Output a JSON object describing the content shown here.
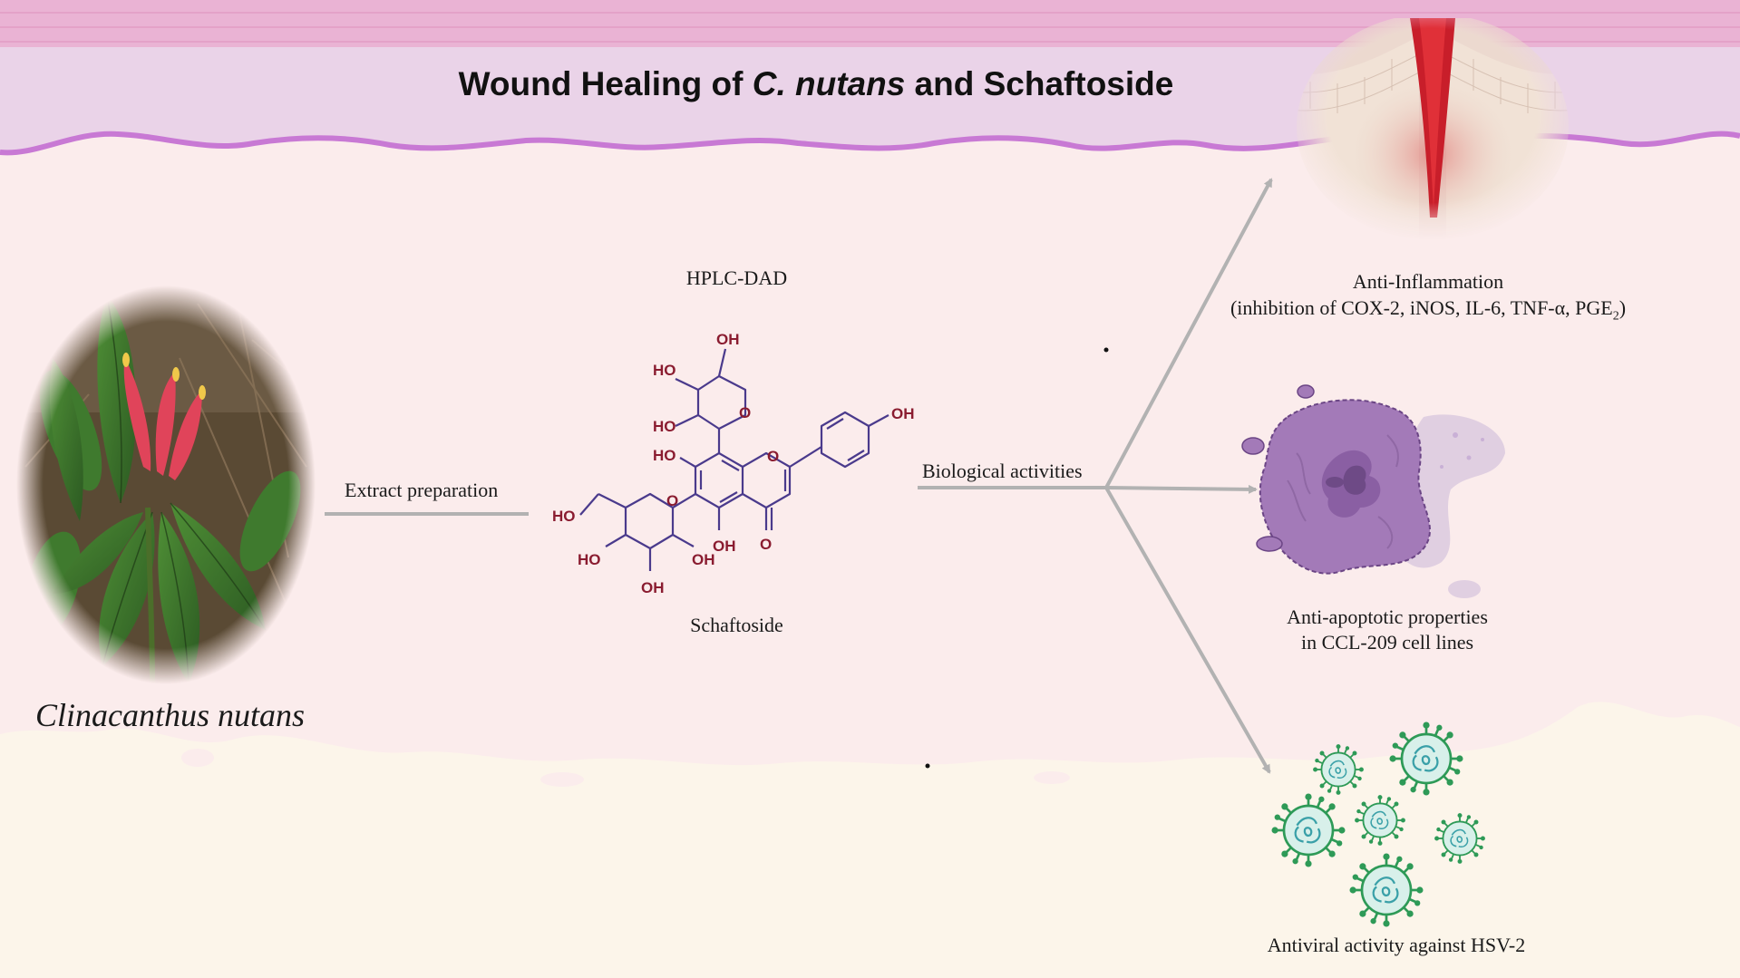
{
  "title": {
    "prefix": "Wound Healing of ",
    "italic": "C. nutans",
    "suffix": " and Schaftoside"
  },
  "plant": {
    "name": "Clinacanthus nutans"
  },
  "process": {
    "extract_label": "Extract preparation",
    "hplc_label": "HPLC-DAD",
    "compound_name": "Schaftoside",
    "bio_label": "Biological activities"
  },
  "molecule_labels": {
    "oh": "OH",
    "ho": "HO",
    "o": "O"
  },
  "activities": {
    "inflammation_title": "Anti-Inflammation",
    "inflammation_detail_prefix": "(inhibition of COX-2, iNOS, IL-6, TNF-α, PGE",
    "inflammation_detail_sub": "2",
    "inflammation_detail_suffix": ")",
    "apoptotic_line1": "Anti-apoptotic properties",
    "apoptotic_line2": "in CCL-209 cell lines",
    "antiviral": "Antiviral activity against HSV-2"
  },
  "colors": {
    "header_band": "#e9c9e0",
    "wave": "#c879d4",
    "arrow": "#b2b2b2",
    "molecule": "#4a3a8c",
    "heteroatom": "#8a1c30",
    "virus": "#2e9a57",
    "cell": "#9a6ab0"
  }
}
